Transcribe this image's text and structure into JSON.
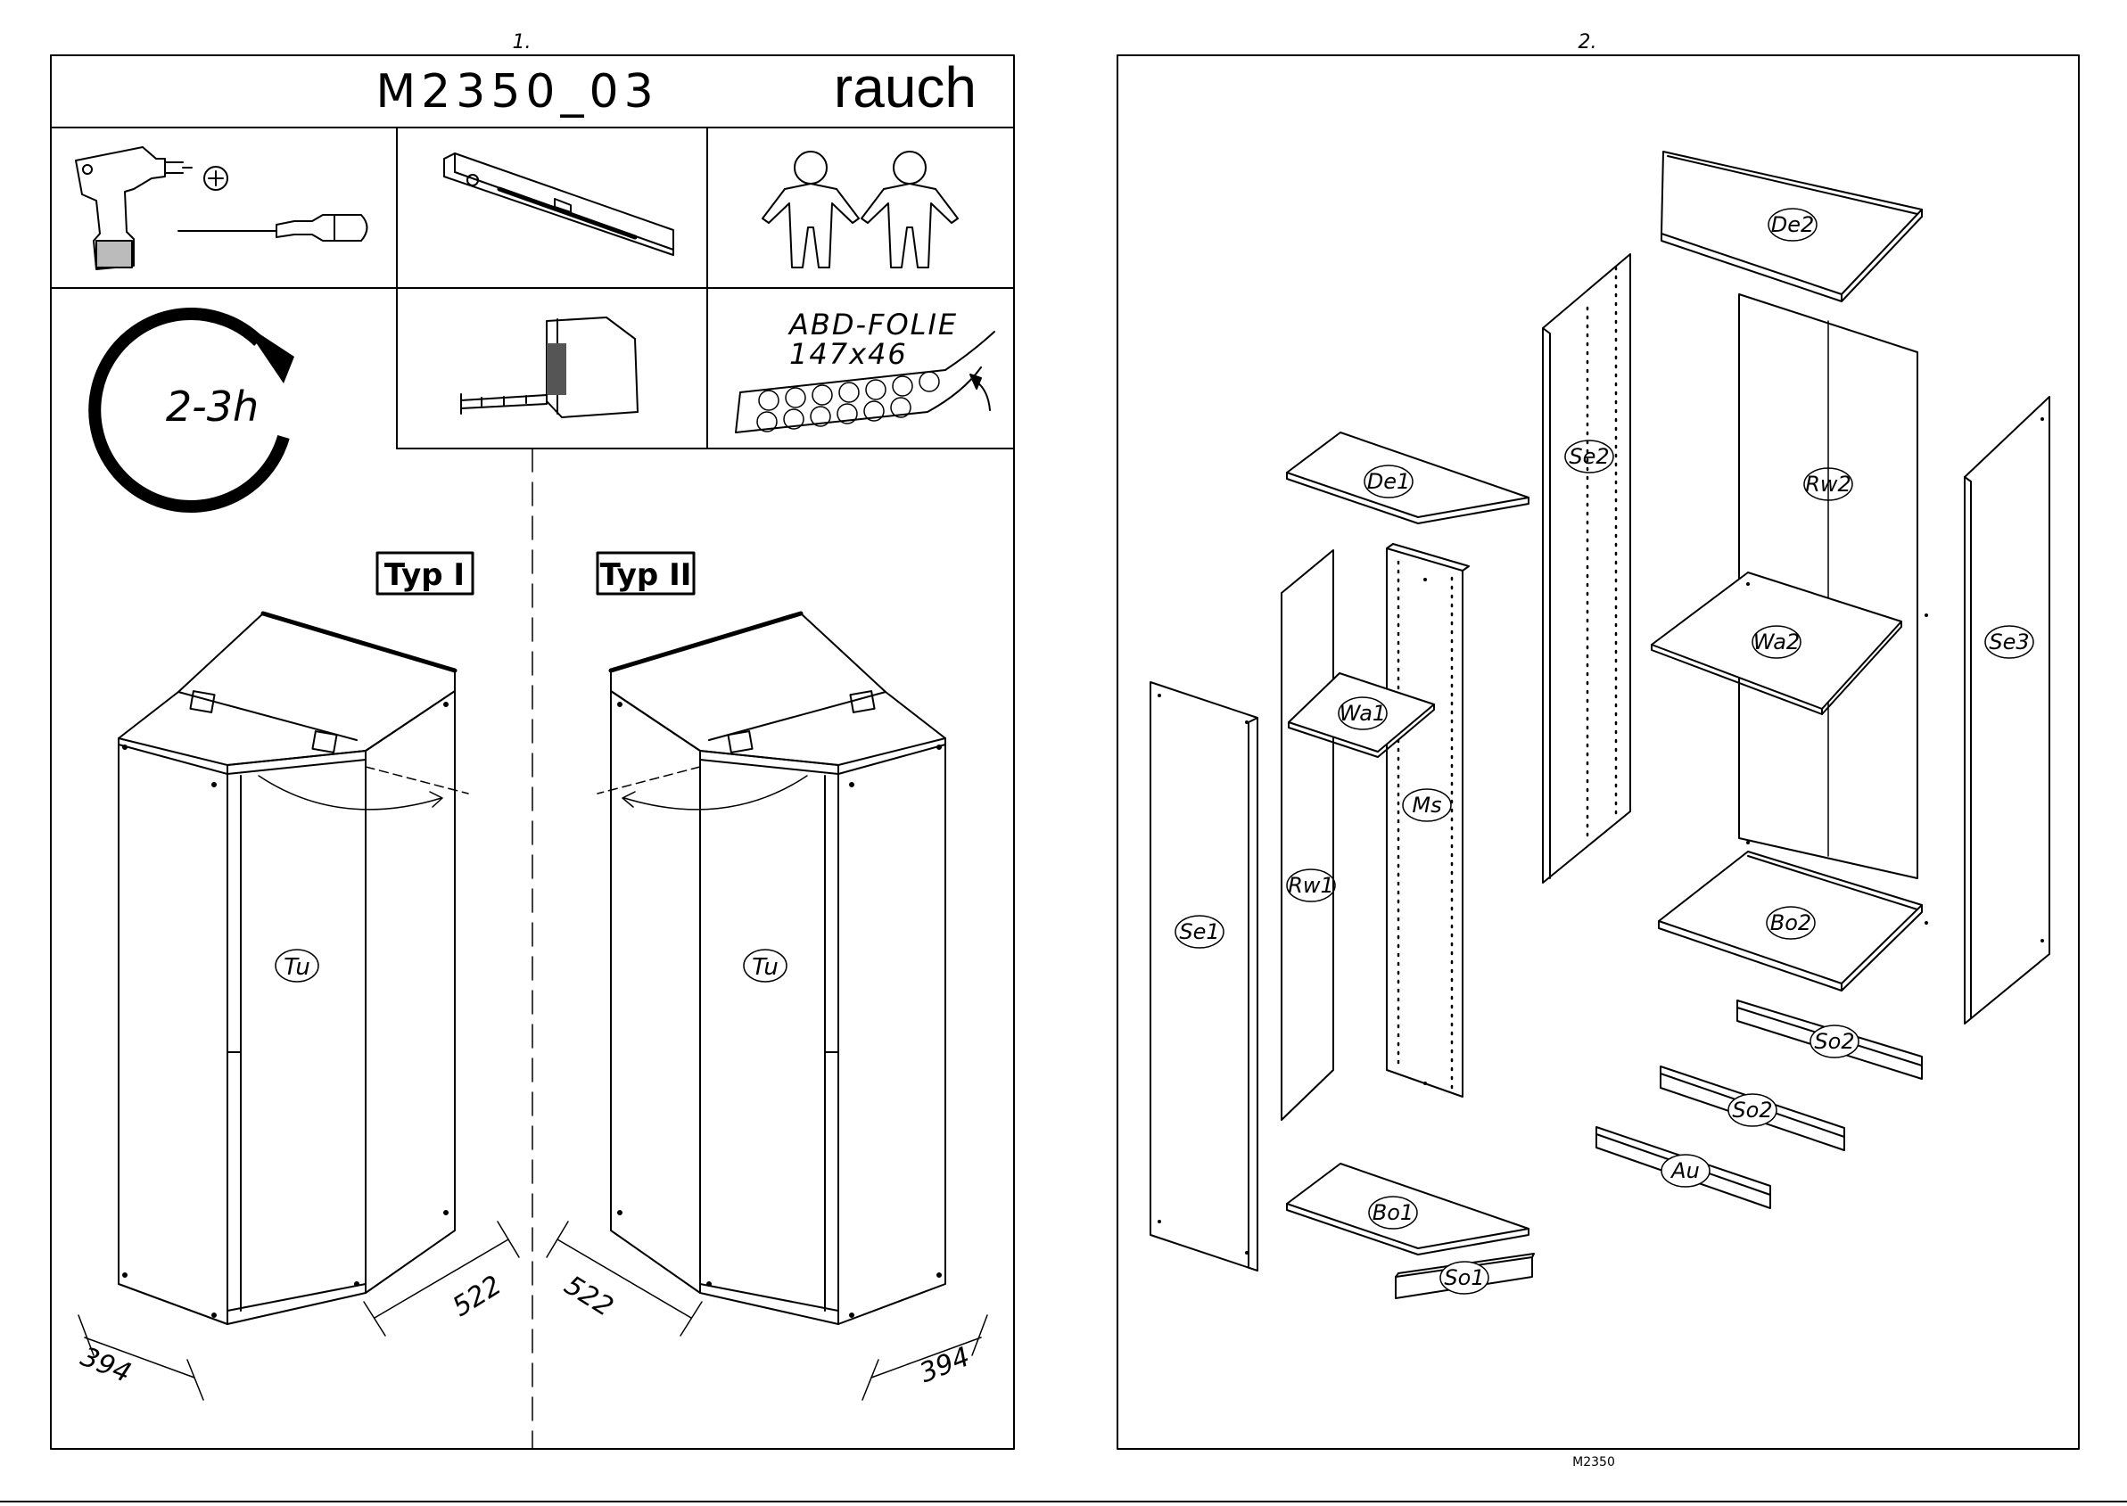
{
  "page1": {
    "page_number": "1.",
    "model_code": "M2350_03",
    "brand": "rauch",
    "time_estimate": "2-3h",
    "foil_label_line1": "ABD-FOLIE",
    "foil_label_line2": "147x46",
    "type_labels": [
      "Typ I",
      "Typ II"
    ],
    "door_label": "Tu",
    "dimensions": {
      "left_width": "394",
      "left_depth": "522",
      "right_depth": "522",
      "right_width": "394"
    }
  },
  "page2": {
    "page_number": "2.",
    "footer_code": "M2350",
    "part_labels": {
      "de2": "De2",
      "se2": "Se2",
      "rw2": "Rw2",
      "de1": "De1",
      "wa2": "Wa2",
      "se3": "Se3",
      "wa1": "Wa1",
      "ms": "Ms",
      "rw1": "Rw1",
      "se1": "Se1",
      "bo2": "Bo2",
      "so2a": "So2",
      "so2b": "So2",
      "au": "Au",
      "bo1": "Bo1",
      "so1": "So1"
    }
  },
  "icons": [
    "drill-icon",
    "phillips-bit-icon",
    "screwdriver-icon",
    "spirit-level-icon",
    "two-persons-icon",
    "clock-arrow-icon",
    "tape-measure-icon",
    "felt-pads-icon"
  ]
}
